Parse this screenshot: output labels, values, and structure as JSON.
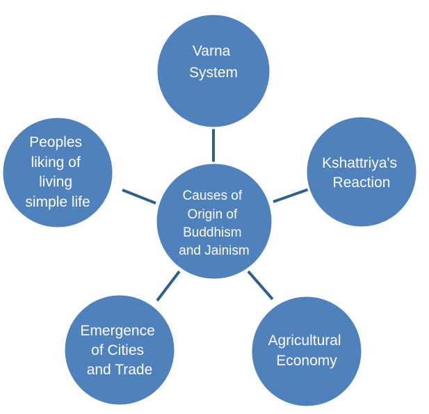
{
  "center": {
    "lines": [
      "Causes of",
      "Origin of",
      "Buddhism",
      "and Jainism"
    ]
  },
  "nodes": [
    {
      "lines": [
        "Varna",
        "System"
      ]
    },
    {
      "lines": [
        "Kshattriya's",
        "Reaction"
      ]
    },
    {
      "lines": [
        "Agricultural",
        "Economy"
      ]
    },
    {
      "lines": [
        "Emergence",
        "of Cities",
        "and Trade"
      ]
    },
    {
      "lines": [
        "Peoples",
        "liking of",
        "living",
        "simple life"
      ]
    }
  ],
  "colors": {
    "node_fill": "#4f81bd",
    "connector": "#2f5f8f",
    "text": "#ffffff"
  }
}
